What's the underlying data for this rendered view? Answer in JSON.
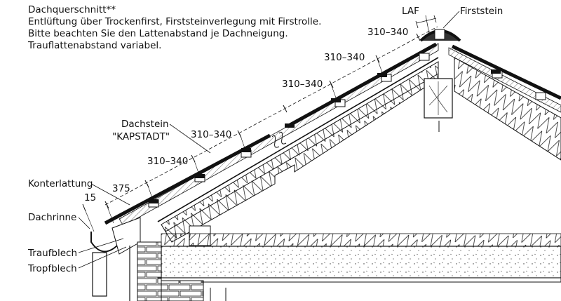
{
  "header": {
    "line1": "Dachquerschnitt**",
    "line2": "Entlüftung über Trockenfirst, Firststeinverlegung mit Firstrolle.",
    "line3": "Bitte beachten Sie den Lattenabstand je Dachneigung.",
    "line4": "Trauflattenabstand variabel."
  },
  "labels": {
    "laf": "LAF",
    "firststein": "Firststein",
    "dachstein_1": "Dachstein",
    "dachstein_2": "\"KAPSTADT\"",
    "konterlattung": "Konterlattung",
    "dachrinne": "Dachrinne",
    "traufblech": "Traufblech",
    "tropfblech": "Tropfblech"
  },
  "dimensions": {
    "eave_overhang": "15",
    "eave_batten": "375",
    "batten_1": "310–340",
    "batten_2": "310–340",
    "batten_3": "310–340",
    "batten_4": "310–340",
    "batten_5": "310–340"
  }
}
